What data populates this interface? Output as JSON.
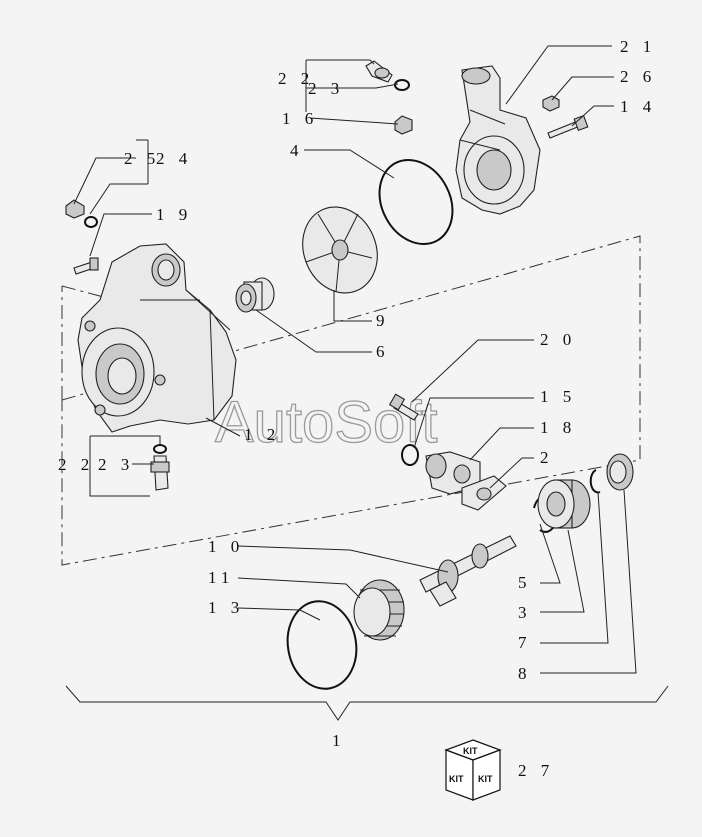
{
  "labels": {
    "l21": "2 1",
    "l26": "2 6",
    "l14": "1 4",
    "l22": "2 2",
    "l23": "2 3",
    "l16": "1 6",
    "l4": "4",
    "l25": "2 5",
    "l24": "2 4",
    "l19": "1 9",
    "l9": "9",
    "l6": "6",
    "l20": "2 0",
    "l15": "1 5",
    "l18": "1 8",
    "l2": "2",
    "l12": "1 2",
    "l22b": "2 2",
    "l23b": "2 3",
    "l10": "1 0",
    "l11": "11",
    "l13": "1 3",
    "l5": "5",
    "l3": "3",
    "l7": "7",
    "l8": "8",
    "l1": "1",
    "l27": "2 7"
  },
  "kit_badge": {
    "text": "KIT"
  },
  "watermark": "AutoSoft"
}
